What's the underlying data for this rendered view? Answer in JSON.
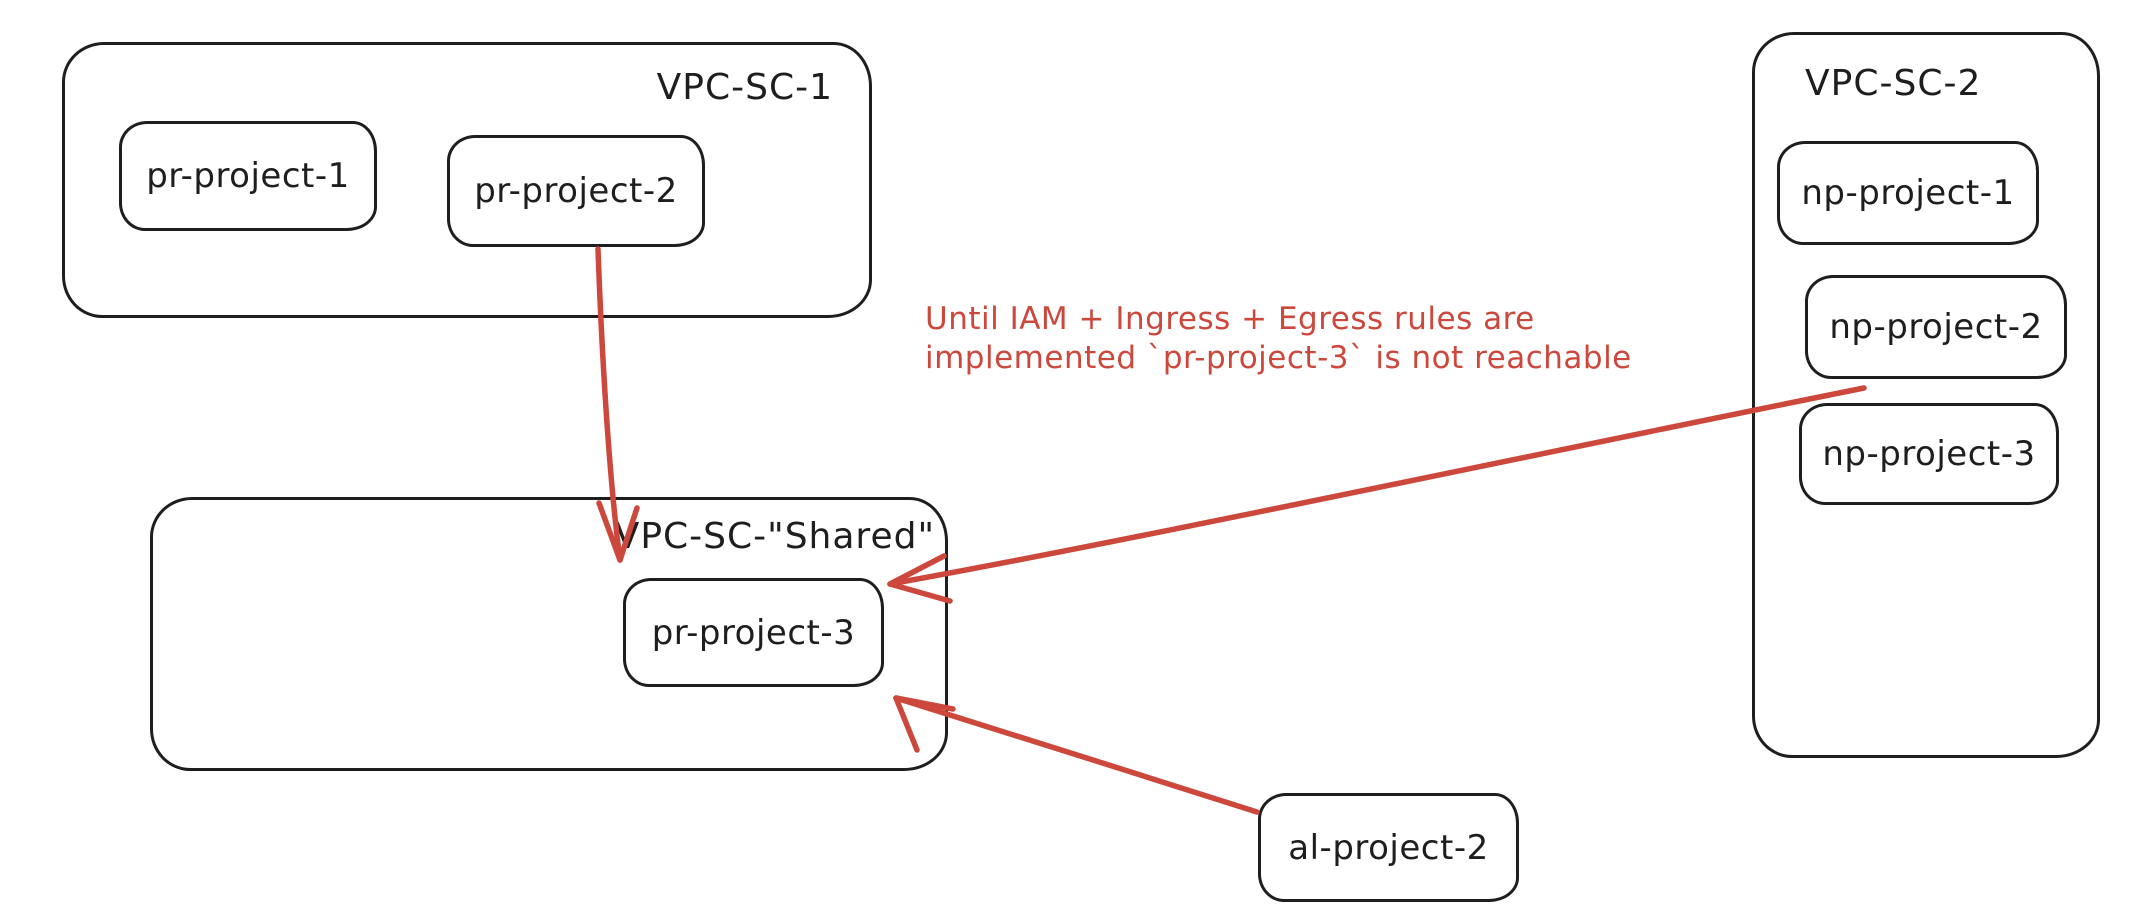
{
  "diagram": {
    "colors": {
      "ink": "#1e1e1e",
      "accent": "#cd483c",
      "background": "#ffffff"
    },
    "perimeters": [
      {
        "label": "VPC-SC-1",
        "projects": [
          {
            "label": "pr-project-1"
          },
          {
            "label": "pr-project-2"
          }
        ]
      },
      {
        "label": "VPC-SC-2",
        "projects": [
          {
            "label": "np-project-1"
          },
          {
            "label": "np-project-2"
          },
          {
            "label": "np-project-3"
          }
        ]
      },
      {
        "label": "VPC-SC-\"Shared\"",
        "projects": [
          {
            "label": "pr-project-3"
          }
        ]
      }
    ],
    "standalone_projects": [
      {
        "label": "al-project-2"
      }
    ],
    "annotation": {
      "line1": "Until IAM + Ingress + Egress rules are",
      "line2": "implemented `pr-project-3` is not reachable"
    },
    "arrows": [
      {
        "name": "pr-project-2-to-pr-project-3"
      },
      {
        "name": "np-project-2-to-pr-project-3"
      },
      {
        "name": "al-project-2-to-pr-project-3"
      }
    ]
  }
}
